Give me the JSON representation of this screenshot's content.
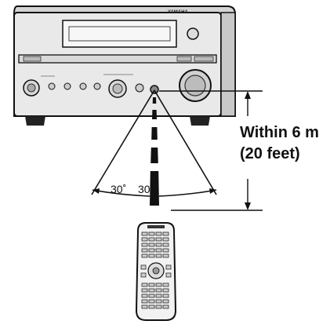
{
  "brand": "YAMAHA",
  "distance_line1": "Within 6 m",
  "distance_line2": "(20 feet)",
  "angle_left": "30˚",
  "angle_right": "30˚",
  "colors": {
    "line": "#111111",
    "receiver_face": "#e6e6e6",
    "receiver_body": "#cfcfcf",
    "remote_body": "#f2f2f2",
    "background": "#ffffff"
  }
}
